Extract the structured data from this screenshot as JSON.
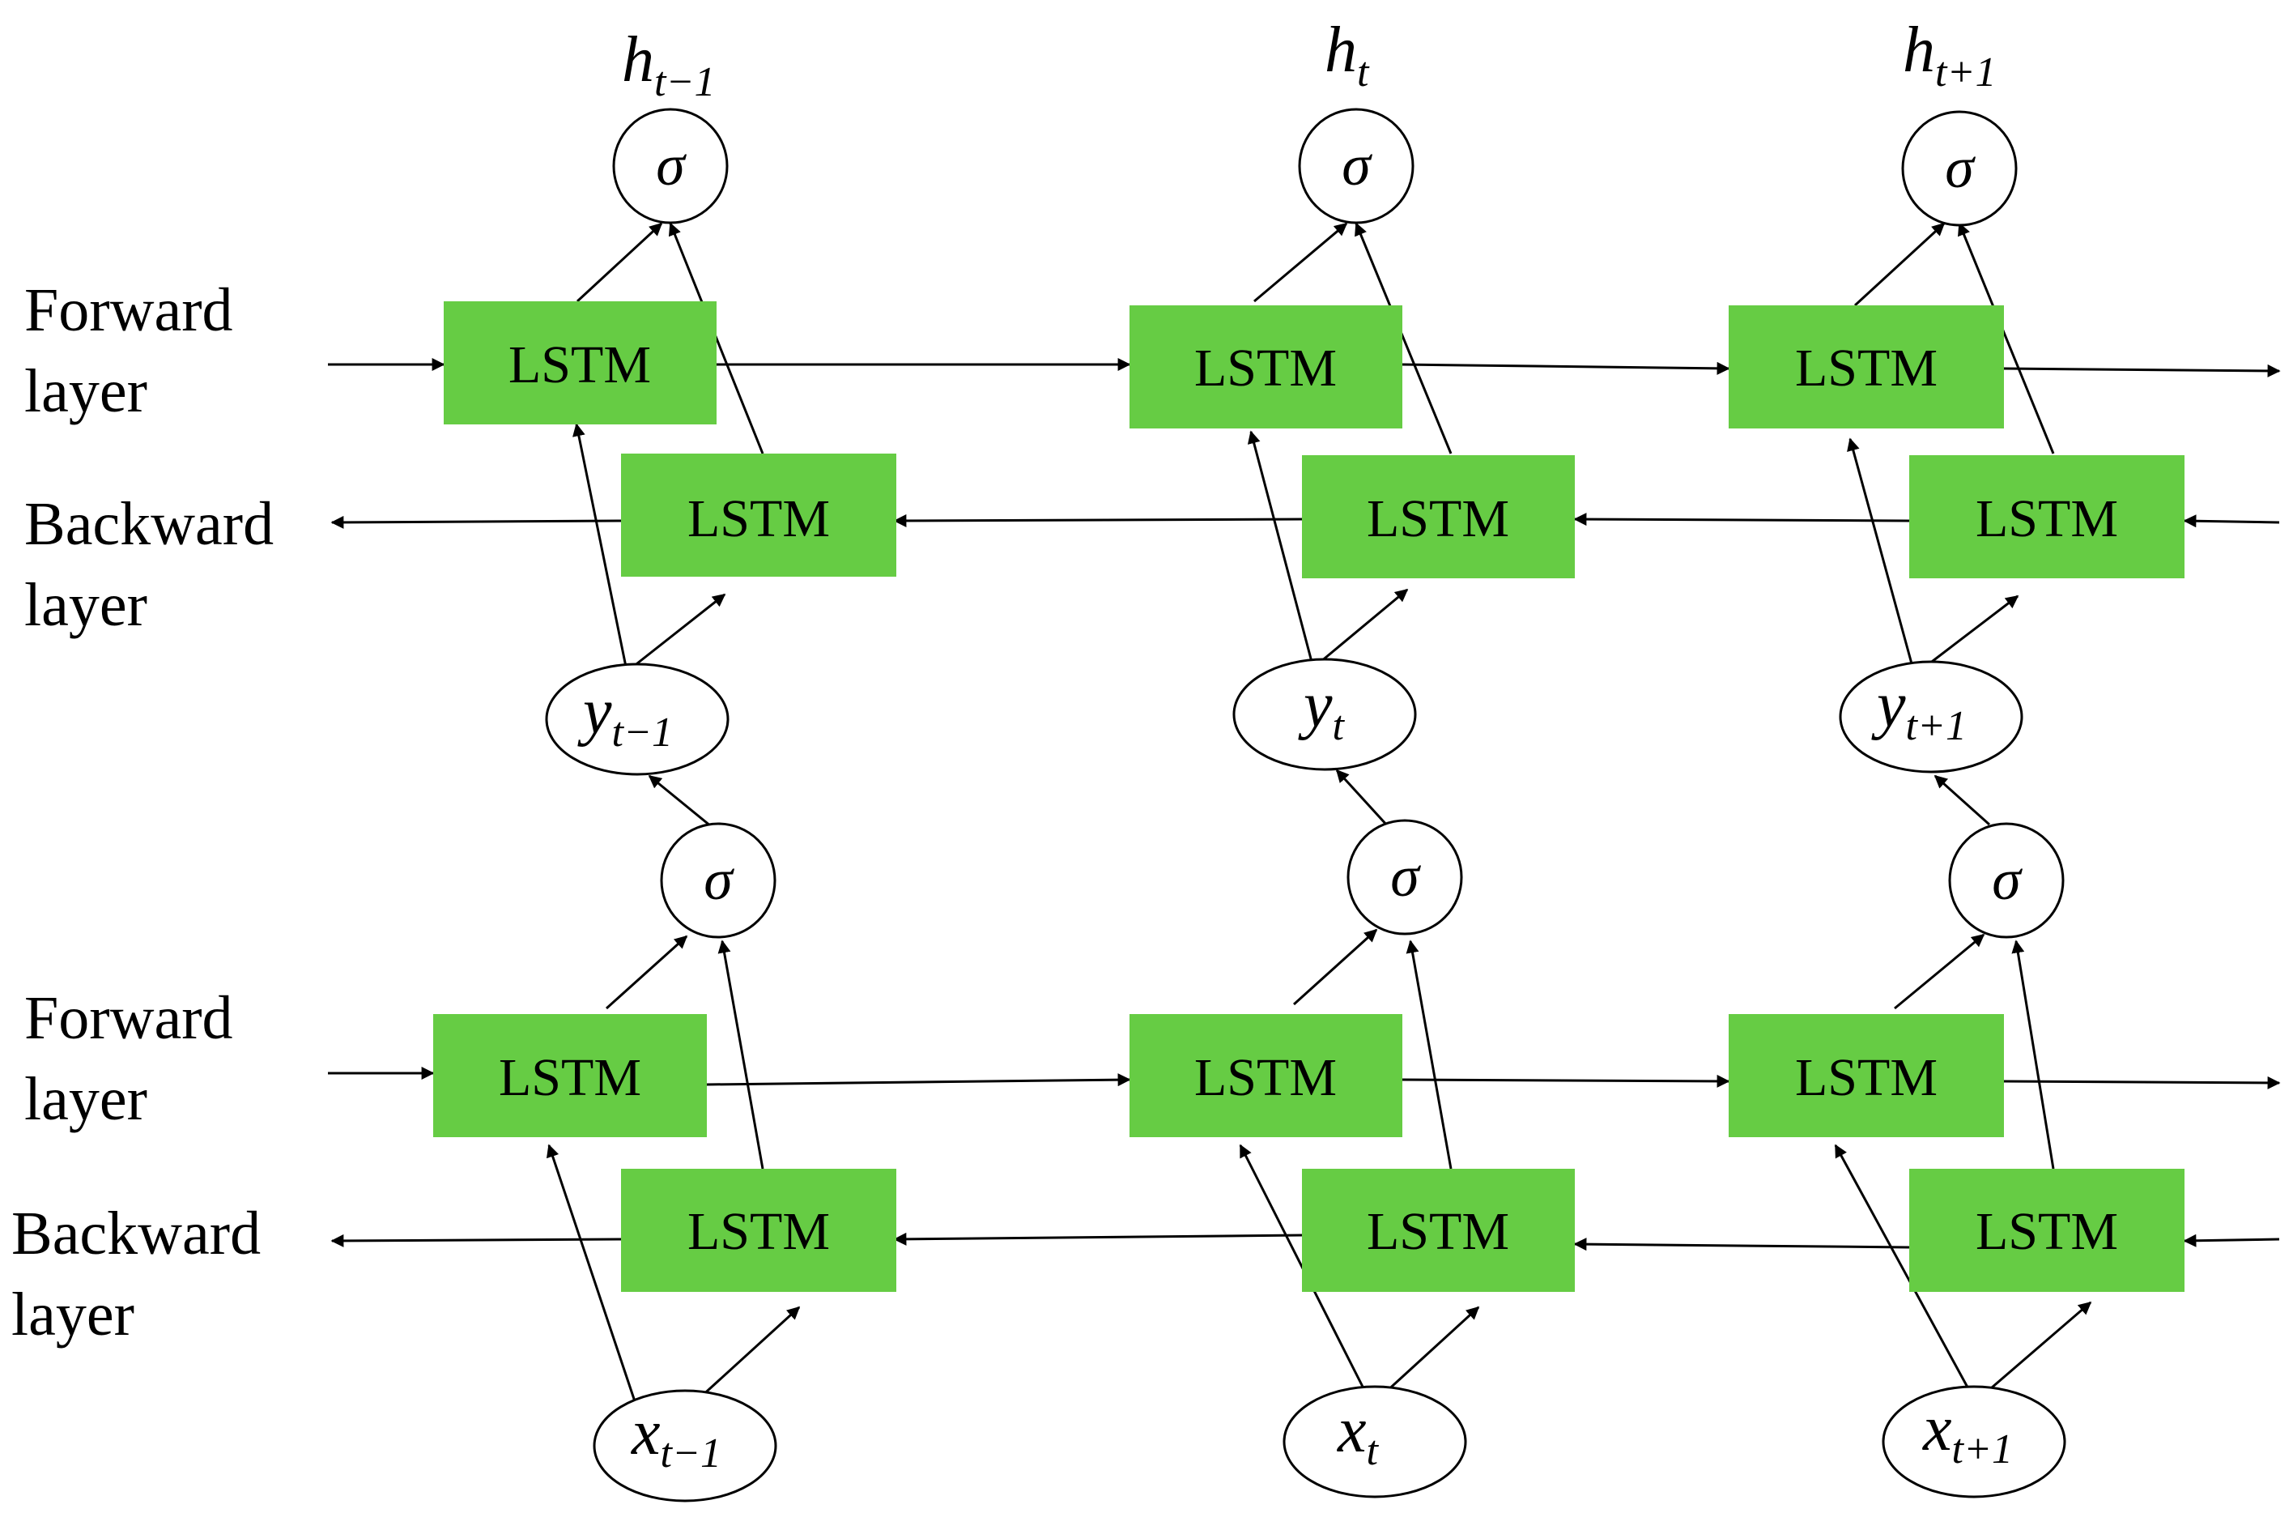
{
  "lstm_label": "LSTM",
  "sigma": "σ",
  "upper_block": {
    "forward_label": [
      "Forward",
      "layer"
    ],
    "backward_label": [
      "Backward",
      "layer"
    ]
  },
  "lower_block": {
    "forward_label": [
      "Forward",
      "layer"
    ],
    "backward_label": [
      "Backward",
      "layer"
    ]
  },
  "outputs": [
    {
      "base": "h",
      "sub": "t−1"
    },
    {
      "base": "h",
      "sub": "t"
    },
    {
      "base": "h",
      "sub": "t+1"
    }
  ],
  "intermediate": [
    {
      "base": "y",
      "sub": "t−1"
    },
    {
      "base": "y",
      "sub": "t"
    },
    {
      "base": "y",
      "sub": "t+1"
    }
  ],
  "inputs": [
    {
      "base": "x",
      "sub": "t−1"
    },
    {
      "base": "x",
      "sub": "t"
    },
    {
      "base": "x",
      "sub": "t+1"
    }
  ]
}
